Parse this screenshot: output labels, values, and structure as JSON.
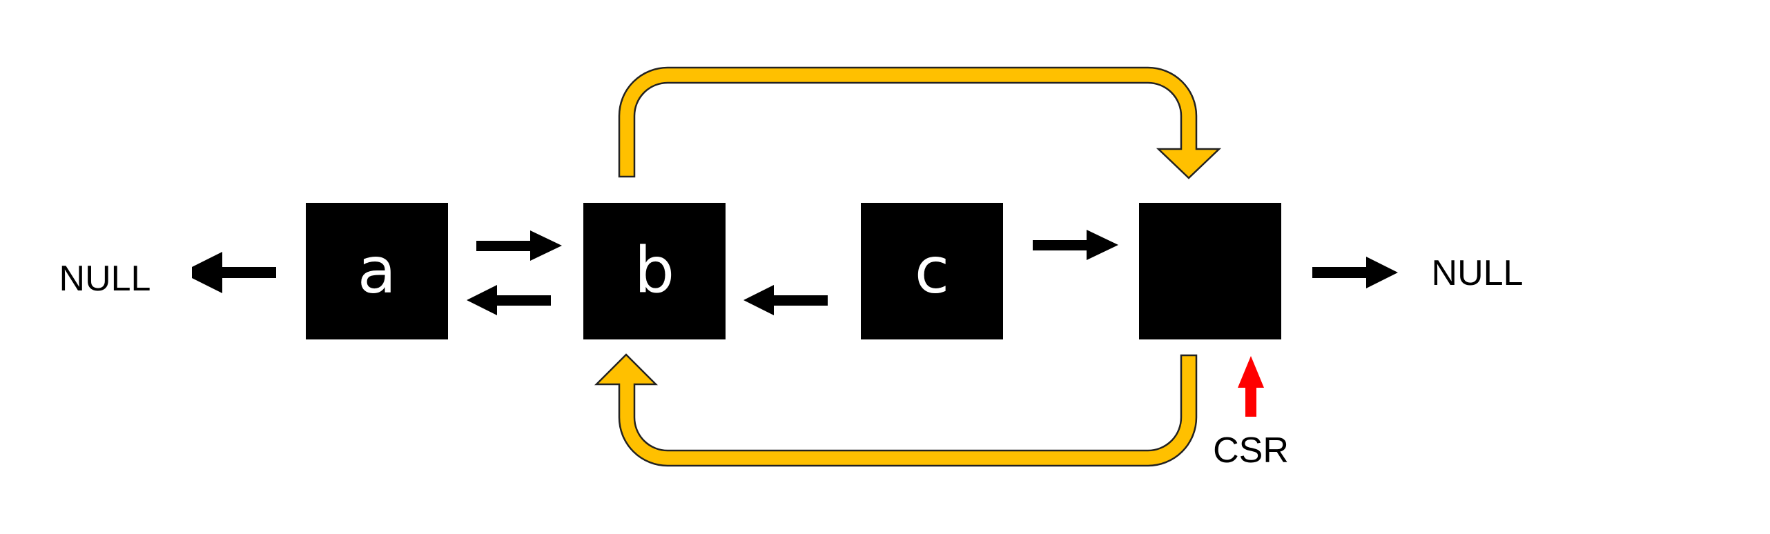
{
  "colors": {
    "background": "#ffffff",
    "node": "#000000",
    "node_text": "#ffffff",
    "arrow": "#000000",
    "loop_fill": "#FFC000",
    "loop_stroke": "#222222",
    "pointer": "#FF0000",
    "label": "#000000"
  },
  "labels": {
    "null_left": "NULL",
    "null_right": "NULL",
    "pointer": "CSR"
  },
  "nodes": [
    {
      "id": "a",
      "label": "a"
    },
    {
      "id": "b",
      "label": "b"
    },
    {
      "id": "c",
      "label": "c"
    },
    {
      "id": "d",
      "label": ""
    }
  ],
  "icons": {
    "pointer": "red-up-arrow-icon",
    "loop": "curved-arrow-icon"
  }
}
